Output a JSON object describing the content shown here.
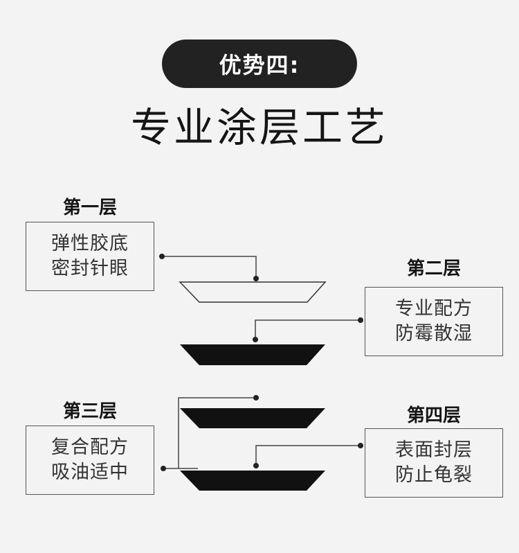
{
  "header": {
    "badge": "优势四:",
    "title": "专业涂层工艺"
  },
  "layers": [
    {
      "heading": "第一层",
      "lines": [
        "弹性胶底",
        "密封针眼"
      ]
    },
    {
      "heading": "第二层",
      "lines": [
        "专业配方",
        "防霉散湿"
      ]
    },
    {
      "heading": "第三层",
      "lines": [
        "复合配方",
        "吸油适中"
      ]
    },
    {
      "heading": "第四层",
      "lines": [
        "表面封层",
        "防止龟裂"
      ]
    }
  ],
  "colors": {
    "background": "#f3f3f3",
    "dark": "#222222",
    "line": "#333333"
  }
}
